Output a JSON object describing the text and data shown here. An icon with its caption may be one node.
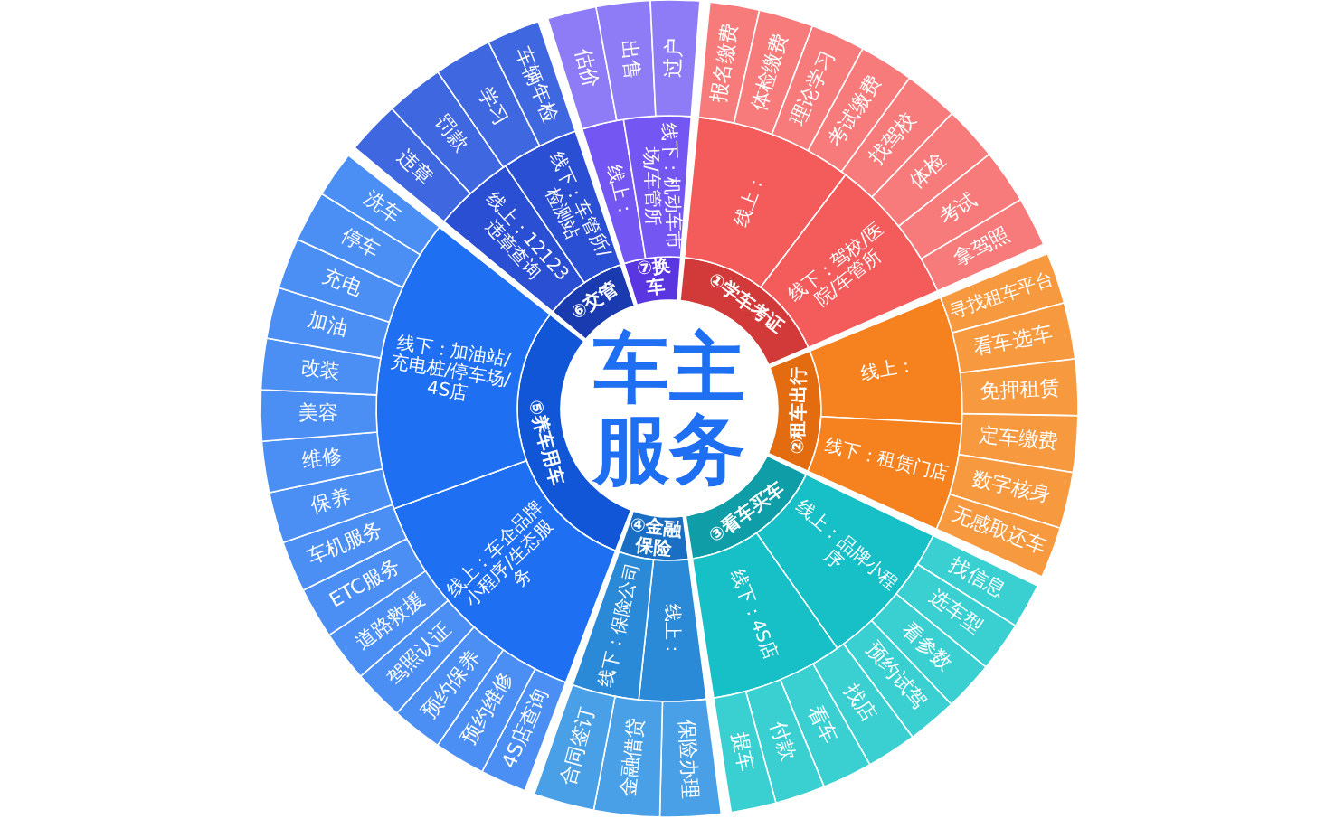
{
  "diagram": {
    "nodes": [
      {
        "text": [
          "车主服务"
        ]
      },
      {
        "text": [
          "①学车考证"
        ]
      },
      {
        "text": [
          "线上："
        ]
      },
      {
        "text": [
          "线下：驾校/医院/车管所"
        ]
      },
      {
        "text": [
          "报名缴费"
        ]
      },
      {
        "text": [
          "体检缴费"
        ]
      },
      {
        "text": [
          "理论学习"
        ]
      },
      {
        "text": [
          "考试缴费"
        ]
      },
      {
        "text": [
          "找驾校"
        ]
      },
      {
        "text": [
          "体检"
        ]
      },
      {
        "text": [
          "考试"
        ]
      },
      {
        "text": [
          "拿驾照"
        ]
      },
      {
        "text": [
          "②租车出行"
        ]
      },
      {
        "text": [
          "线上："
        ]
      },
      {
        "text": [
          "线下：租赁门店"
        ]
      },
      {
        "text": [
          "寻找租车平台"
        ]
      },
      {
        "text": [
          "看车选车"
        ]
      },
      {
        "text": [
          "免押租赁"
        ]
      },
      {
        "text": [
          "定车缴费"
        ]
      },
      {
        "text": [
          "数字核身"
        ]
      },
      {
        "text": [
          "无感取还车"
        ]
      },
      {
        "text": [
          "③看车买车"
        ]
      },
      {
        "text": [
          "线上：品牌小程序"
        ]
      },
      {
        "text": [
          "线下：4S店"
        ]
      },
      {
        "text": [
          "找信息"
        ]
      },
      {
        "text": [
          "选车型"
        ]
      },
      {
        "text": [
          "看参数"
        ]
      },
      {
        "text": [
          "预约试驾"
        ]
      },
      {
        "text": [
          "找店"
        ]
      },
      {
        "text": [
          "看车"
        ]
      },
      {
        "text": [
          "付款"
        ]
      },
      {
        "text": [
          "提车"
        ]
      },
      {
        "text": [
          "④金融保险"
        ]
      },
      {
        "text": [
          "线上："
        ]
      },
      {
        "text": [
          "线下：保险公司"
        ]
      },
      {
        "text": [
          "保险办理"
        ]
      },
      {
        "text": [
          "金融借贷"
        ]
      },
      {
        "text": [
          "合同签订"
        ]
      },
      {
        "text": [
          "⑤养车用车"
        ]
      },
      {
        "text": [
          "线上：车企品牌小程序/生态服务"
        ]
      },
      {
        "text": [
          "线下：加油站/充电桩/停车场/4S店"
        ]
      },
      {
        "text": [
          "4S店查询"
        ]
      },
      {
        "text": [
          "预约维修"
        ]
      },
      {
        "text": [
          "预约保养"
        ]
      },
      {
        "text": [
          "驾照认证"
        ]
      },
      {
        "text": [
          "道路救援"
        ]
      },
      {
        "text": [
          "ETC服务"
        ]
      },
      {
        "text": [
          "车机服务"
        ]
      },
      {
        "text": [
          "保养"
        ]
      },
      {
        "text": [
          "维修"
        ]
      },
      {
        "text": [
          "美容"
        ]
      },
      {
        "text": [
          "改装"
        ]
      },
      {
        "text": [
          "加油"
        ]
      },
      {
        "text": [
          "充电"
        ]
      },
      {
        "text": [
          "停车"
        ]
      },
      {
        "text": [
          "洗车"
        ]
      },
      {
        "text": [
          "⑥交管"
        ]
      },
      {
        "text": [
          "线上：12123违章查询"
        ]
      },
      {
        "text": [
          "线下：车管所/检测站"
        ]
      },
      {
        "text": [
          "违章"
        ]
      },
      {
        "text": [
          "罚款"
        ]
      },
      {
        "text": [
          "学习"
        ]
      },
      {
        "text": [
          "车辆年检"
        ]
      },
      {
        "text": [
          "⑦换车"
        ]
      },
      {
        "text": [
          "线上："
        ]
      },
      {
        "text": [
          "线下：机动车市场/车管所"
        ]
      },
      {
        "text": [
          "估价"
        ]
      },
      {
        "text": [
          "出售"
        ]
      },
      {
        "text": [
          "过户"
        ]
      }
    ]
  }
}
